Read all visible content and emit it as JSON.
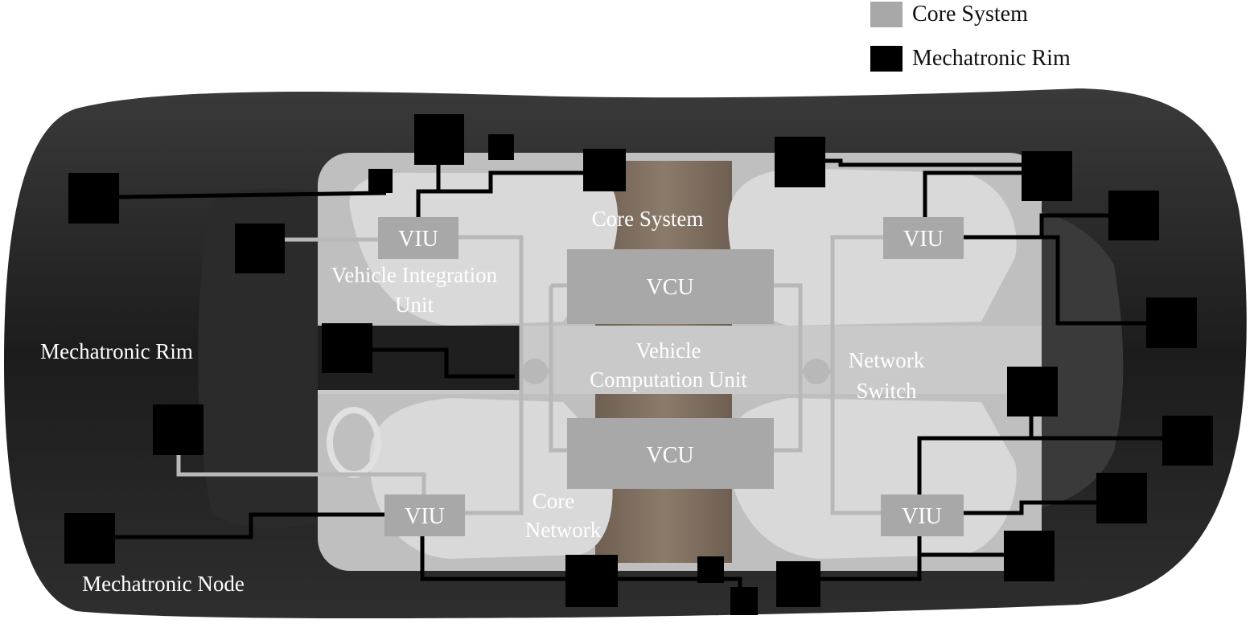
{
  "legend": {
    "core_system": {
      "label": "Core System",
      "color": "#a8a8a8"
    },
    "mechatronic_rim": {
      "label": "Mechatronic Rim",
      "color": "#000000"
    }
  },
  "boxes": {
    "viu_front_left": "VIU",
    "viu_rear_left": "VIU",
    "viu_front_right": "VIU",
    "viu_rear_right": "VIU",
    "vcu_top": "VCU",
    "vcu_bottom": "VCU"
  },
  "labels": {
    "core_system": "Core System",
    "vehicle_integration_unit": [
      "Vehicle Integration",
      "Unit"
    ],
    "mechatronic_rim": "Mechatronic Rim",
    "mechatronic_node": "Mechatronic Node",
    "vehicle_computation_unit": [
      "Vehicle",
      "Computation Unit"
    ],
    "network_switch": [
      "Network",
      "Switch"
    ],
    "core_network": [
      "Core",
      "Network"
    ]
  }
}
